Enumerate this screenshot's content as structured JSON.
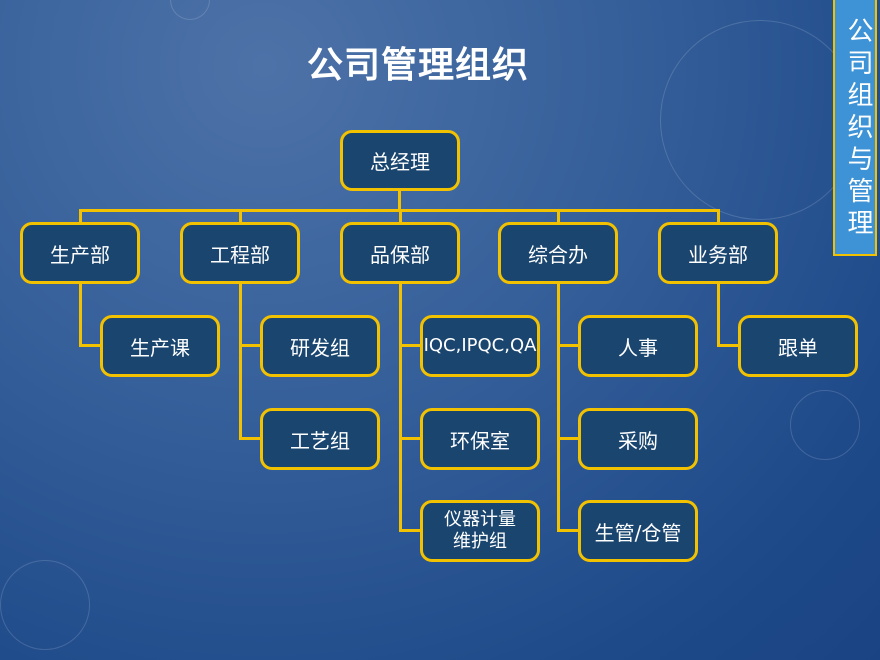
{
  "title": "公司管理组织",
  "side_tab": "公司组织与管理",
  "root": "总经理",
  "departments": [
    {
      "name": "生产部",
      "children": [
        "生产课"
      ]
    },
    {
      "name": "工程部",
      "children": [
        "研发组",
        "工艺组"
      ]
    },
    {
      "name": "品保部",
      "children": [
        "IQC,IPQC,QA",
        "环保室",
        "仪器计量\n维护组"
      ]
    },
    {
      "name": "综合办",
      "children": [
        "人事",
        "采购",
        "生管/仓管"
      ]
    },
    {
      "name": "业务部",
      "children": [
        "跟单"
      ]
    }
  ],
  "colors": {
    "box": "#19456f",
    "border": "#f2c200",
    "tab": "#3d93d6"
  }
}
